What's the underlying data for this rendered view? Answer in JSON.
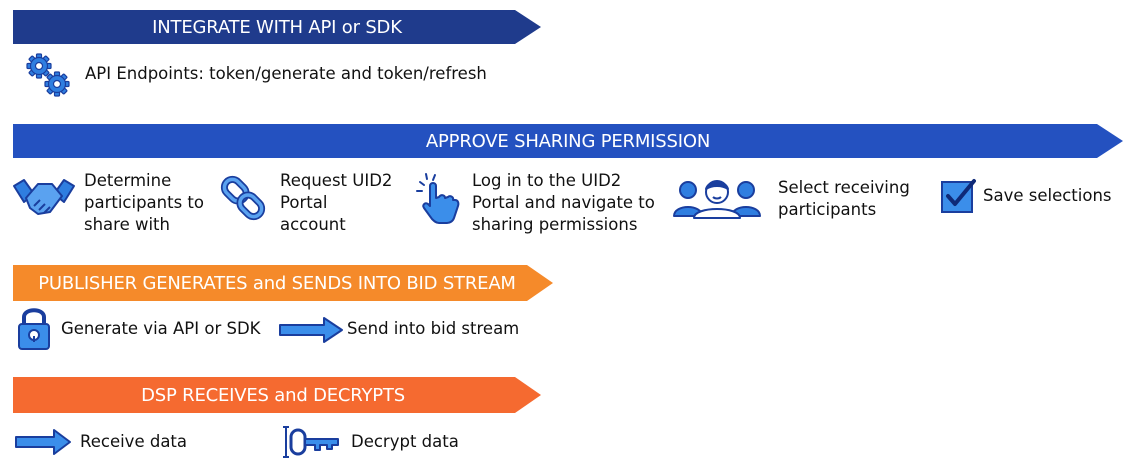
{
  "sections": {
    "integrate": {
      "title": "INTEGRATE WITH API or SDK",
      "items": [
        {
          "label": "API Endpoints: token/generate and token/refresh",
          "icon": "gears-icon"
        }
      ]
    },
    "approve": {
      "title": "APPROVE SHARING PERMISSION",
      "items": [
        {
          "label": "Determine participants to share with",
          "lines": [
            "Determine",
            "participants to",
            "share with"
          ],
          "icon": "handshake-icon"
        },
        {
          "label": "Request UID2 Portal account",
          "lines": [
            "Request UID2",
            "Portal",
            "account"
          ],
          "icon": "chain-link-icon"
        },
        {
          "label": "Log in to the UID2 Portal and navigate to sharing permissions",
          "lines": [
            "Log in to the UID2",
            "Portal and navigate to",
            "sharing permissions"
          ],
          "icon": "pointer-click-icon"
        },
        {
          "label": "Select receiving participants",
          "lines": [
            "Select receiving",
            "participants"
          ],
          "icon": "people-icon"
        },
        {
          "label": "Save selections",
          "lines": [
            "Save selections"
          ],
          "icon": "checkbox-icon"
        }
      ]
    },
    "publisher": {
      "title": "PUBLISHER GENERATES and SENDS INTO BID STREAM",
      "items": [
        {
          "label": "Generate via API or SDK",
          "icon": "padlock-icon"
        },
        {
          "label": "Send into bid stream",
          "icon": "arrow-right-icon"
        }
      ]
    },
    "dsp": {
      "title": "DSP RECEIVES and DECRYPTS",
      "items": [
        {
          "label": "Receive data",
          "icon": "arrow-right-icon"
        },
        {
          "label": "Decrypt data",
          "icon": "key-icon"
        }
      ]
    }
  },
  "colors": {
    "navy": "#1f3b8c",
    "blue": "#2451c0",
    "orange": "#f58a2a",
    "orange_red": "#f56a30",
    "icon_blue": "#2f7ee0"
  }
}
